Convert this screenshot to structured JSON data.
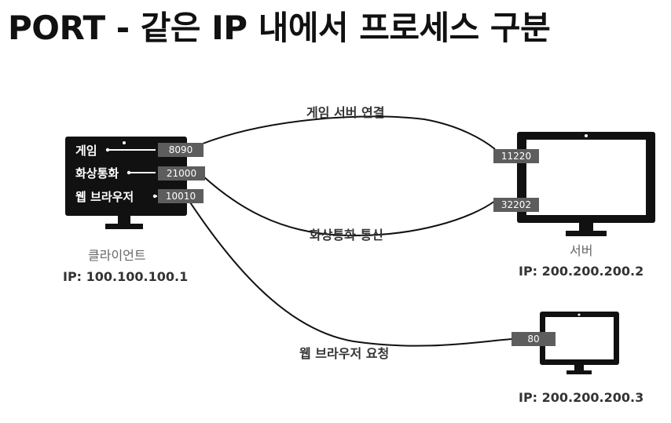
{
  "title": "PORT - 같은 IP 내에서 프로세스 구분",
  "client": {
    "name": "클라이언트",
    "ip": "IP: 100.100.100.1",
    "apps": [
      {
        "label": "게임",
        "port": "8090"
      },
      {
        "label": "화상통화",
        "port": "21000"
      },
      {
        "label": "웹 브라우저",
        "port": "10010"
      }
    ]
  },
  "server1": {
    "name": "서버",
    "ip": "IP: 200.200.200.2",
    "ports": [
      "11220",
      "32202"
    ]
  },
  "server2": {
    "ip": "IP: 200.200.200.3",
    "port": "80"
  },
  "connections": {
    "game": "게임 서버 연결",
    "video": "화상통화 통신",
    "web": "웹 브라우저 요청"
  }
}
